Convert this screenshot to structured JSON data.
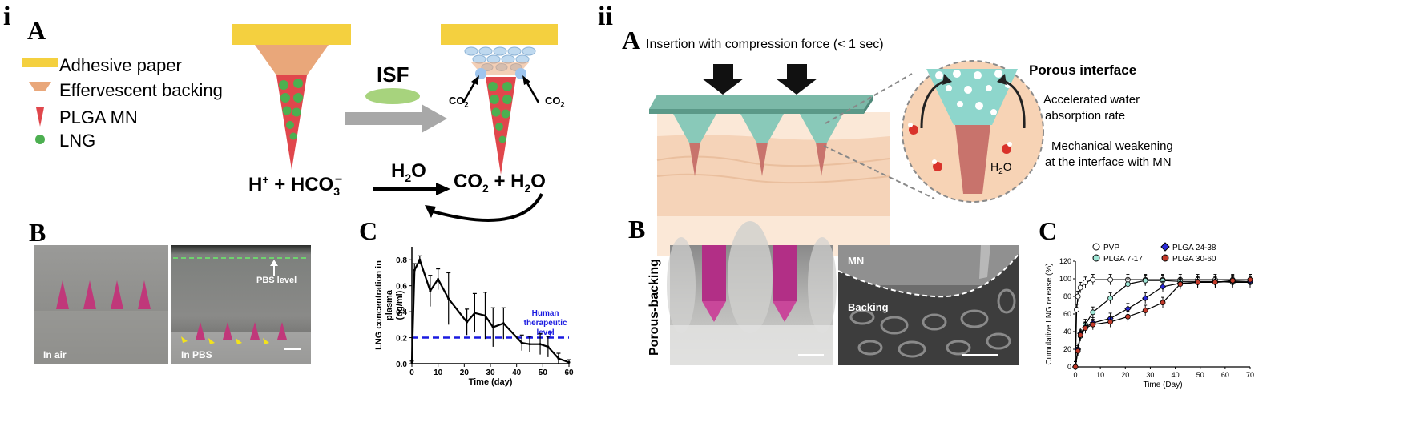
{
  "panel_i": {
    "roman": "i",
    "letterA": "A",
    "legend": [
      "Adhesive paper",
      "Effervescent backing",
      "PLGA MN",
      "LNG"
    ],
    "isf": "ISF",
    "co2_left": "CO",
    "co2_left_sub": "2",
    "co2_right": "CO",
    "co2_right_sub": "2",
    "eq_h": "H",
    "eq_h_sup": "+",
    "eq_plus": "+ HCO",
    "eq_hco3_sub": "3",
    "eq_hco3_sup": "−",
    "eq_h2o_top": "H",
    "eq_h2o_top_sub": "2",
    "eq_h2o_top_end": "O",
    "eq_co2": "CO",
    "eq_co2_sub": "2",
    "eq_plus2": "+  H",
    "eq_h2o_sub": "2",
    "eq_h2o_end": "O",
    "letterB": "B",
    "photo_air": "In air",
    "photo_pbs": "In PBS",
    "pbs_level": "PBS level",
    "letterC": "C"
  },
  "panel_ii": {
    "roman": "ii",
    "letterA": "A",
    "insertion": "Insertion with compression force (< 1 sec)",
    "porous_title": "Porous interface",
    "text1a": "Accelerated water",
    "text1b": "absorption rate",
    "text2a": "Mechanical weakening",
    "text2b": "at the interface with MN",
    "h2o": "H",
    "h2o_sub": "2",
    "h2o_end": "O",
    "letterB": "B",
    "porous_backing": "Porous-backing",
    "mn": "MN",
    "backing": "Backing",
    "letterC": "C"
  },
  "chart_data": [
    {
      "type": "line",
      "title": "",
      "xlabel": "Time (day)",
      "ylabel": "LNG concentration in plasma (ng/ml)",
      "xlim": [
        0,
        60
      ],
      "ylim": [
        0,
        0.9
      ],
      "xticks": [
        0,
        10,
        20,
        30,
        40,
        50,
        60
      ],
      "yticks": [
        0.0,
        0.2,
        0.4,
        0.6,
        0.8
      ],
      "x": [
        0,
        1,
        3,
        7,
        10,
        14,
        21,
        24,
        28,
        31,
        35,
        42,
        45,
        49,
        52,
        56,
        60
      ],
      "series": [
        {
          "values": [
            0.01,
            0.72,
            0.8,
            0.56,
            0.65,
            0.5,
            0.32,
            0.39,
            0.37,
            0.28,
            0.31,
            0.16,
            0.15,
            0.15,
            0.13,
            0.04,
            0.01
          ],
          "errors": [
            0.01,
            0.05,
            0.03,
            0.12,
            0.08,
            0.2,
            0.1,
            0.15,
            0.18,
            0.15,
            0.12,
            0.06,
            0.06,
            0.08,
            0.08,
            0.04,
            0.02
          ]
        }
      ],
      "reference_line": 0.2,
      "annotation": "Human therapeutic level",
      "annotation_color": "#1a1ae0"
    },
    {
      "type": "line",
      "title": "",
      "xlabel": "Time (Day)",
      "ylabel": "Cumulative LNG release (%)",
      "xlim": [
        0,
        70
      ],
      "ylim": [
        0,
        120
      ],
      "xticks": [
        0,
        10,
        20,
        30,
        40,
        50,
        60,
        70
      ],
      "yticks": [
        0,
        20,
        40,
        60,
        80,
        100,
        120
      ],
      "legend_position": "top",
      "series": [
        {
          "name": "PVP",
          "color": "#ffffff",
          "x": [
            0,
            0.5,
            1,
            2,
            4,
            7,
            14,
            21,
            28,
            35,
            42,
            49,
            56,
            63,
            70
          ],
          "values": [
            0,
            65,
            80,
            90,
            96,
            99,
            99,
            99,
            99,
            99,
            99,
            99,
            99,
            99,
            99
          ]
        },
        {
          "name": "PLGA 7-17",
          "color": "#9fe6d6",
          "x": [
            0,
            1,
            2,
            4,
            7,
            14,
            21,
            28,
            35,
            42,
            49,
            56,
            63,
            70
          ],
          "values": [
            0,
            20,
            35,
            48,
            62,
            78,
            94,
            98,
            98,
            97,
            97,
            97,
            96,
            96
          ]
        },
        {
          "name": "PLGA 24-38",
          "color": "#2a2ad6",
          "x": [
            0,
            1,
            2,
            4,
            7,
            14,
            21,
            28,
            35,
            42,
            49,
            56,
            63,
            70
          ],
          "values": [
            0,
            20,
            38,
            45,
            50,
            55,
            66,
            78,
            91,
            95,
            96,
            96,
            97,
            97
          ]
        },
        {
          "name": "PLGA 30-60",
          "color": "#c23a2a",
          "x": [
            0,
            1,
            2,
            4,
            7,
            14,
            21,
            28,
            35,
            42,
            49,
            56,
            63,
            70
          ],
          "values": [
            0,
            18,
            36,
            44,
            48,
            51,
            57,
            64,
            73,
            94,
            96,
            96,
            98,
            99
          ]
        }
      ]
    }
  ]
}
